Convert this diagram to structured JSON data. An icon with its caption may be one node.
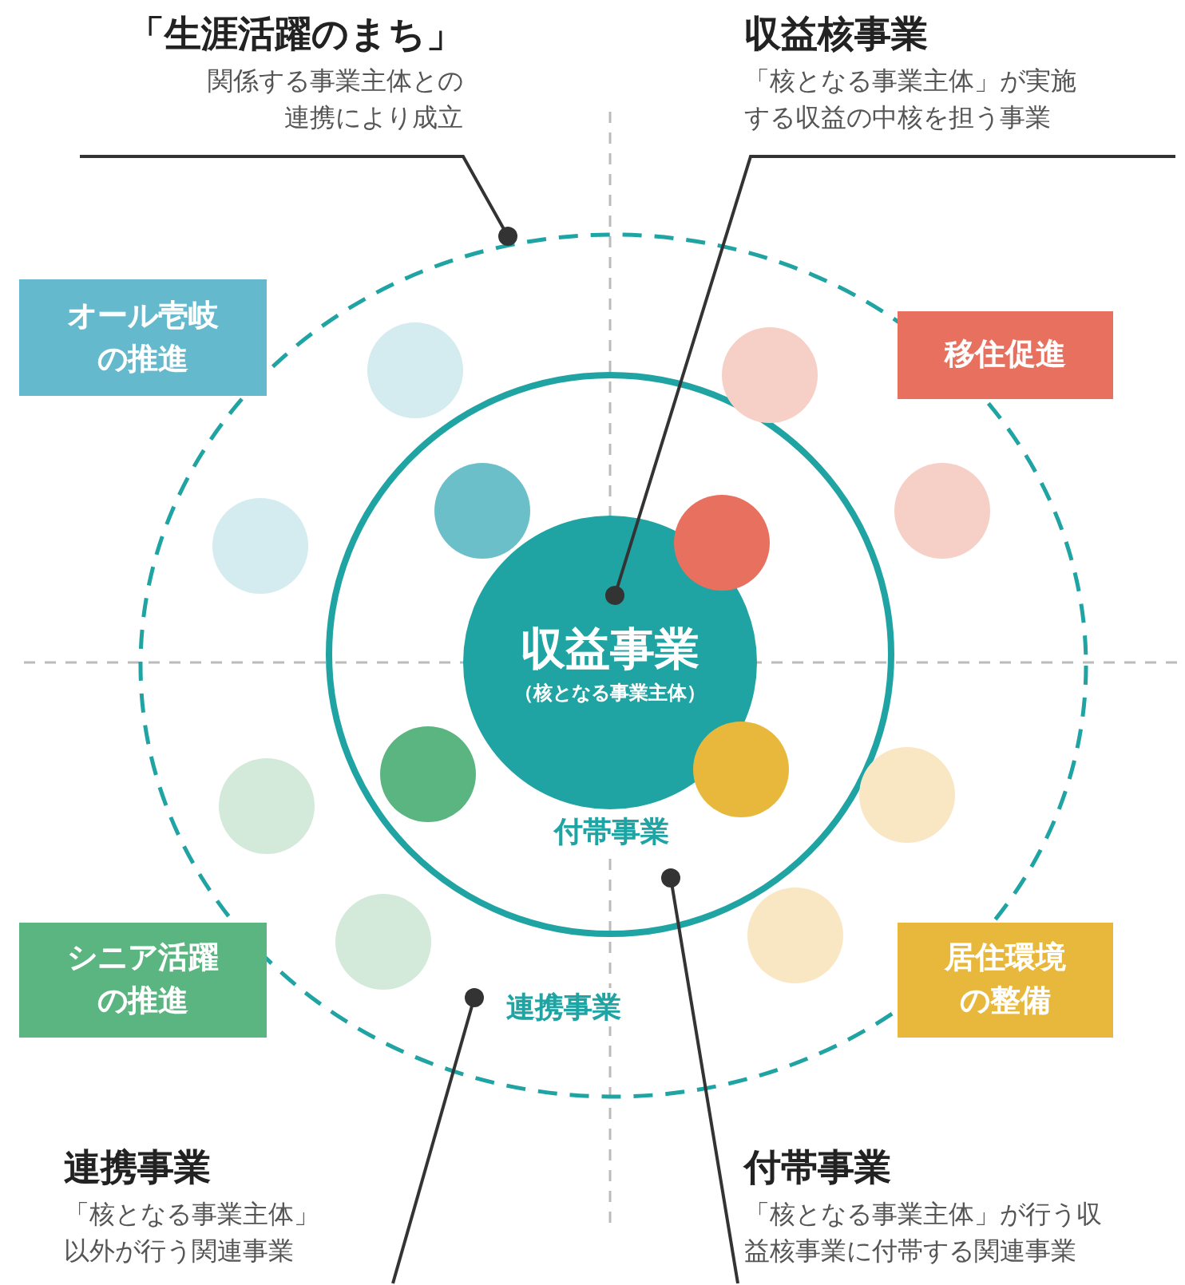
{
  "diagram": {
    "nodes": [
      {
        "text": [
          "「生涯活躍のまち」",
          "関係する事業主体との連携により成立"
        ]
      },
      {
        "text": [
          "収益核事業",
          "「核となる事業主体」が実施する収益の中核を担う事業"
        ]
      },
      {
        "text": [
          "連携事業"
        ]
      },
      {
        "text": [
          "付帯事業"
        ],
        "in": 2
      },
      {
        "text": [
          "収益事業",
          "（核となる事業主体）"
        ],
        "in": 3
      },
      {
        "text": [
          "オール壱岐の推進"
        ]
      },
      {
        "text": [
          "移住促進"
        ]
      },
      {
        "text": [
          "シニア活躍の推進"
        ]
      },
      {
        "text": [
          "居住環境の整備"
        ]
      },
      {
        "text": [],
        "shape": "circle",
        "in": 2
      },
      {
        "text": [],
        "shape": "circle",
        "in": 2
      },
      {
        "text": [],
        "shape": "circle",
        "in": 2
      },
      {
        "text": [],
        "shape": "circle",
        "in": 2
      },
      {
        "text": [],
        "shape": "circle",
        "in": 2
      },
      {
        "text": [],
        "shape": "circle",
        "in": 2
      },
      {
        "text": [],
        "shape": "circle",
        "in": 2
      },
      {
        "text": [],
        "shape": "circle",
        "in": 2
      },
      {
        "text": [],
        "shape": "circle",
        "in": 3
      },
      {
        "text": [],
        "shape": "circle",
        "in": 3
      },
      {
        "text": [],
        "shape": "circle",
        "in": 3
      },
      {
        "text": [],
        "shape": "circle",
        "in": 3
      },
      {
        "text": [
          "連携事業",
          "「核となる事業主体」以外が行う関連事業"
        ]
      },
      {
        "text": [
          "付帯事業",
          "「核となる事業主体」が行う収益核事業に付帯する関連事業"
        ]
      }
    ],
    "edges": [
      {
        "from": 0,
        "to": 2,
        "arrow": "other"
      },
      {
        "from": 1,
        "to": 4,
        "arrow": "other"
      },
      {
        "from": 21,
        "to": 2,
        "arrow": "other"
      },
      {
        "from": 22,
        "to": 3,
        "arrow": "other"
      }
    ]
  }
}
